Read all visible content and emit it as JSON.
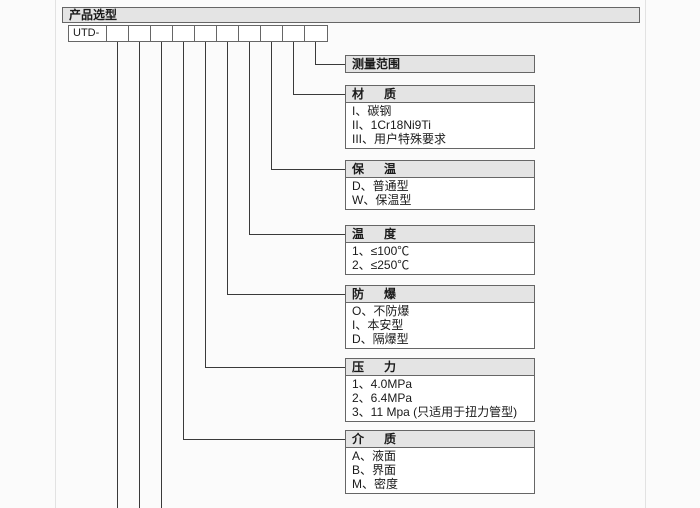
{
  "title": "产品选型",
  "model_prefix": "UTD-",
  "cell_count": 10,
  "colors": {
    "header_bg": "#e4e4e4",
    "border": "#666666",
    "line": "#3a3a3a"
  },
  "categories": [
    {
      "label": "测量范围",
      "items": []
    },
    {
      "label": "材      质",
      "items": [
        "I、碳钢",
        "II、1Cr18Ni9Ti",
        "III、用户特殊要求"
      ]
    },
    {
      "label": "保      温",
      "items": [
        "D、普通型",
        "W、保温型"
      ]
    },
    {
      "label": "温      度",
      "items": [
        "1、≤100℃",
        "2、≤250℃"
      ]
    },
    {
      "label": "防      爆",
      "items": [
        "O、不防爆",
        "I、本安型",
        "D、隔爆型"
      ]
    },
    {
      "label": "压      力",
      "items": [
        "1、4.0MPa",
        "2、6.4MPa",
        "3、11 Mpa (只适用于扭力管型)"
      ]
    },
    {
      "label": "介      质",
      "items": [
        "A、液面",
        "B、界面",
        "M、密度"
      ]
    }
  ]
}
